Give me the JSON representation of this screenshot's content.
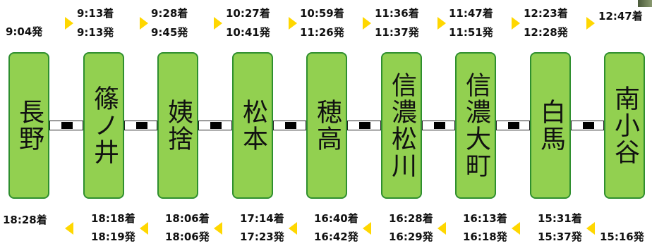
{
  "stations": [
    "長野",
    "篠ノ井",
    "姨捨",
    "松本",
    "穂高",
    "信濃松川",
    "信濃大町",
    "白馬",
    "南小谷"
  ],
  "outbound": {
    "origin_departure": "9:04発",
    "stops": [
      {
        "arrive": "9:13着",
        "depart": "9:13発"
      },
      {
        "arrive": "9:28着",
        "depart": "9:45発"
      },
      {
        "arrive": "10:27着",
        "depart": "10:41発"
      },
      {
        "arrive": "10:59着",
        "depart": "11:26発"
      },
      {
        "arrive": "11:36着",
        "depart": "11:37発"
      },
      {
        "arrive": "11:47着",
        "depart": "11:51発"
      },
      {
        "arrive": "12:23着",
        "depart": "12:28発"
      }
    ],
    "terminal_arrival": "12:47着"
  },
  "inbound": {
    "terminal_arrival": "18:28着",
    "stops": [
      {
        "arrive": "18:18着",
        "depart": "18:19発"
      },
      {
        "arrive": "18:06着",
        "depart": "18:06発"
      },
      {
        "arrive": "17:14着",
        "depart": "17:23発"
      },
      {
        "arrive": "16:40着",
        "depart": "16:42発"
      },
      {
        "arrive": "16:28着",
        "depart": "16:29発"
      },
      {
        "arrive": "16:13着",
        "depart": "16:18発"
      },
      {
        "arrive": "15:31着",
        "depart": "15:37発"
      }
    ],
    "origin_departure": "15:16発"
  },
  "colors": {
    "station_fill": "#92d050",
    "station_border": "#2f8f2f",
    "arrow": "#ffd700"
  }
}
